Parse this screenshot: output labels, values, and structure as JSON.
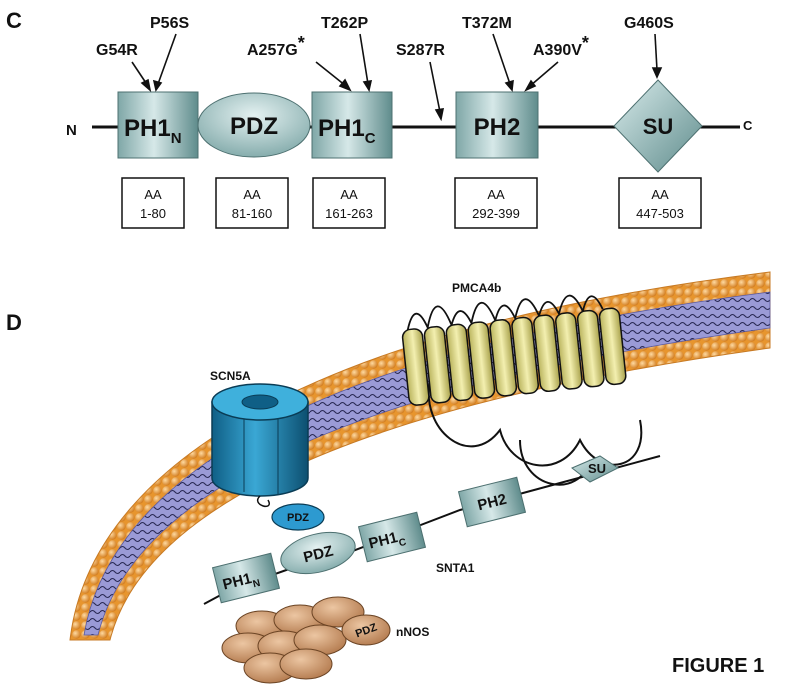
{
  "panel_c": {
    "label": "C",
    "n_terminus": "N",
    "c_terminus": "C",
    "domains": {
      "ph1n_main": "PH1",
      "ph1n_sub": "N",
      "pdz": "PDZ",
      "ph1c_main": "PH1",
      "ph1c_sub": "C",
      "ph2": "PH2",
      "su": "SU"
    },
    "mutations": {
      "g54r": "G54R",
      "p56s": "P56S",
      "a257g": "A257G",
      "a257g_star": "*",
      "t262p": "T262P",
      "s287r": "S287R",
      "t372m": "T372M",
      "a390v": "A390V",
      "a390v_star": "*",
      "g460s": "G460S"
    },
    "ranges": {
      "aa_label": "AA",
      "r1": "1-80",
      "r2": "81-160",
      "r3": "161-263",
      "r4": "292-399",
      "r5": "447-503"
    }
  },
  "panel_d": {
    "label": "D",
    "scn5a": "SCN5A",
    "pmca4b": "PMCA4b",
    "snta1": "SNTA1",
    "nnos": "nNOS",
    "pdz_scn5a": "PDZ",
    "pdz_nnos": "PDZ",
    "ph1n_main": "PH1",
    "ph1n_sub": "N",
    "pdz": "PDZ",
    "ph1c_main": "PH1",
    "ph1c_sub": "C",
    "ph2": "PH2",
    "su": "SU"
  },
  "figure_label": "FIGURE 1",
  "colors": {
    "domain_fill_dark": "#6e9a9a",
    "domain_fill_light": "#d4e6e6",
    "membrane_bead": "#e89a34",
    "membrane_core": "#8f8fd0",
    "channel_blue": "#1e86b3",
    "pump_yellow": "#e0db8a",
    "nnos_brown": "#c99468"
  }
}
